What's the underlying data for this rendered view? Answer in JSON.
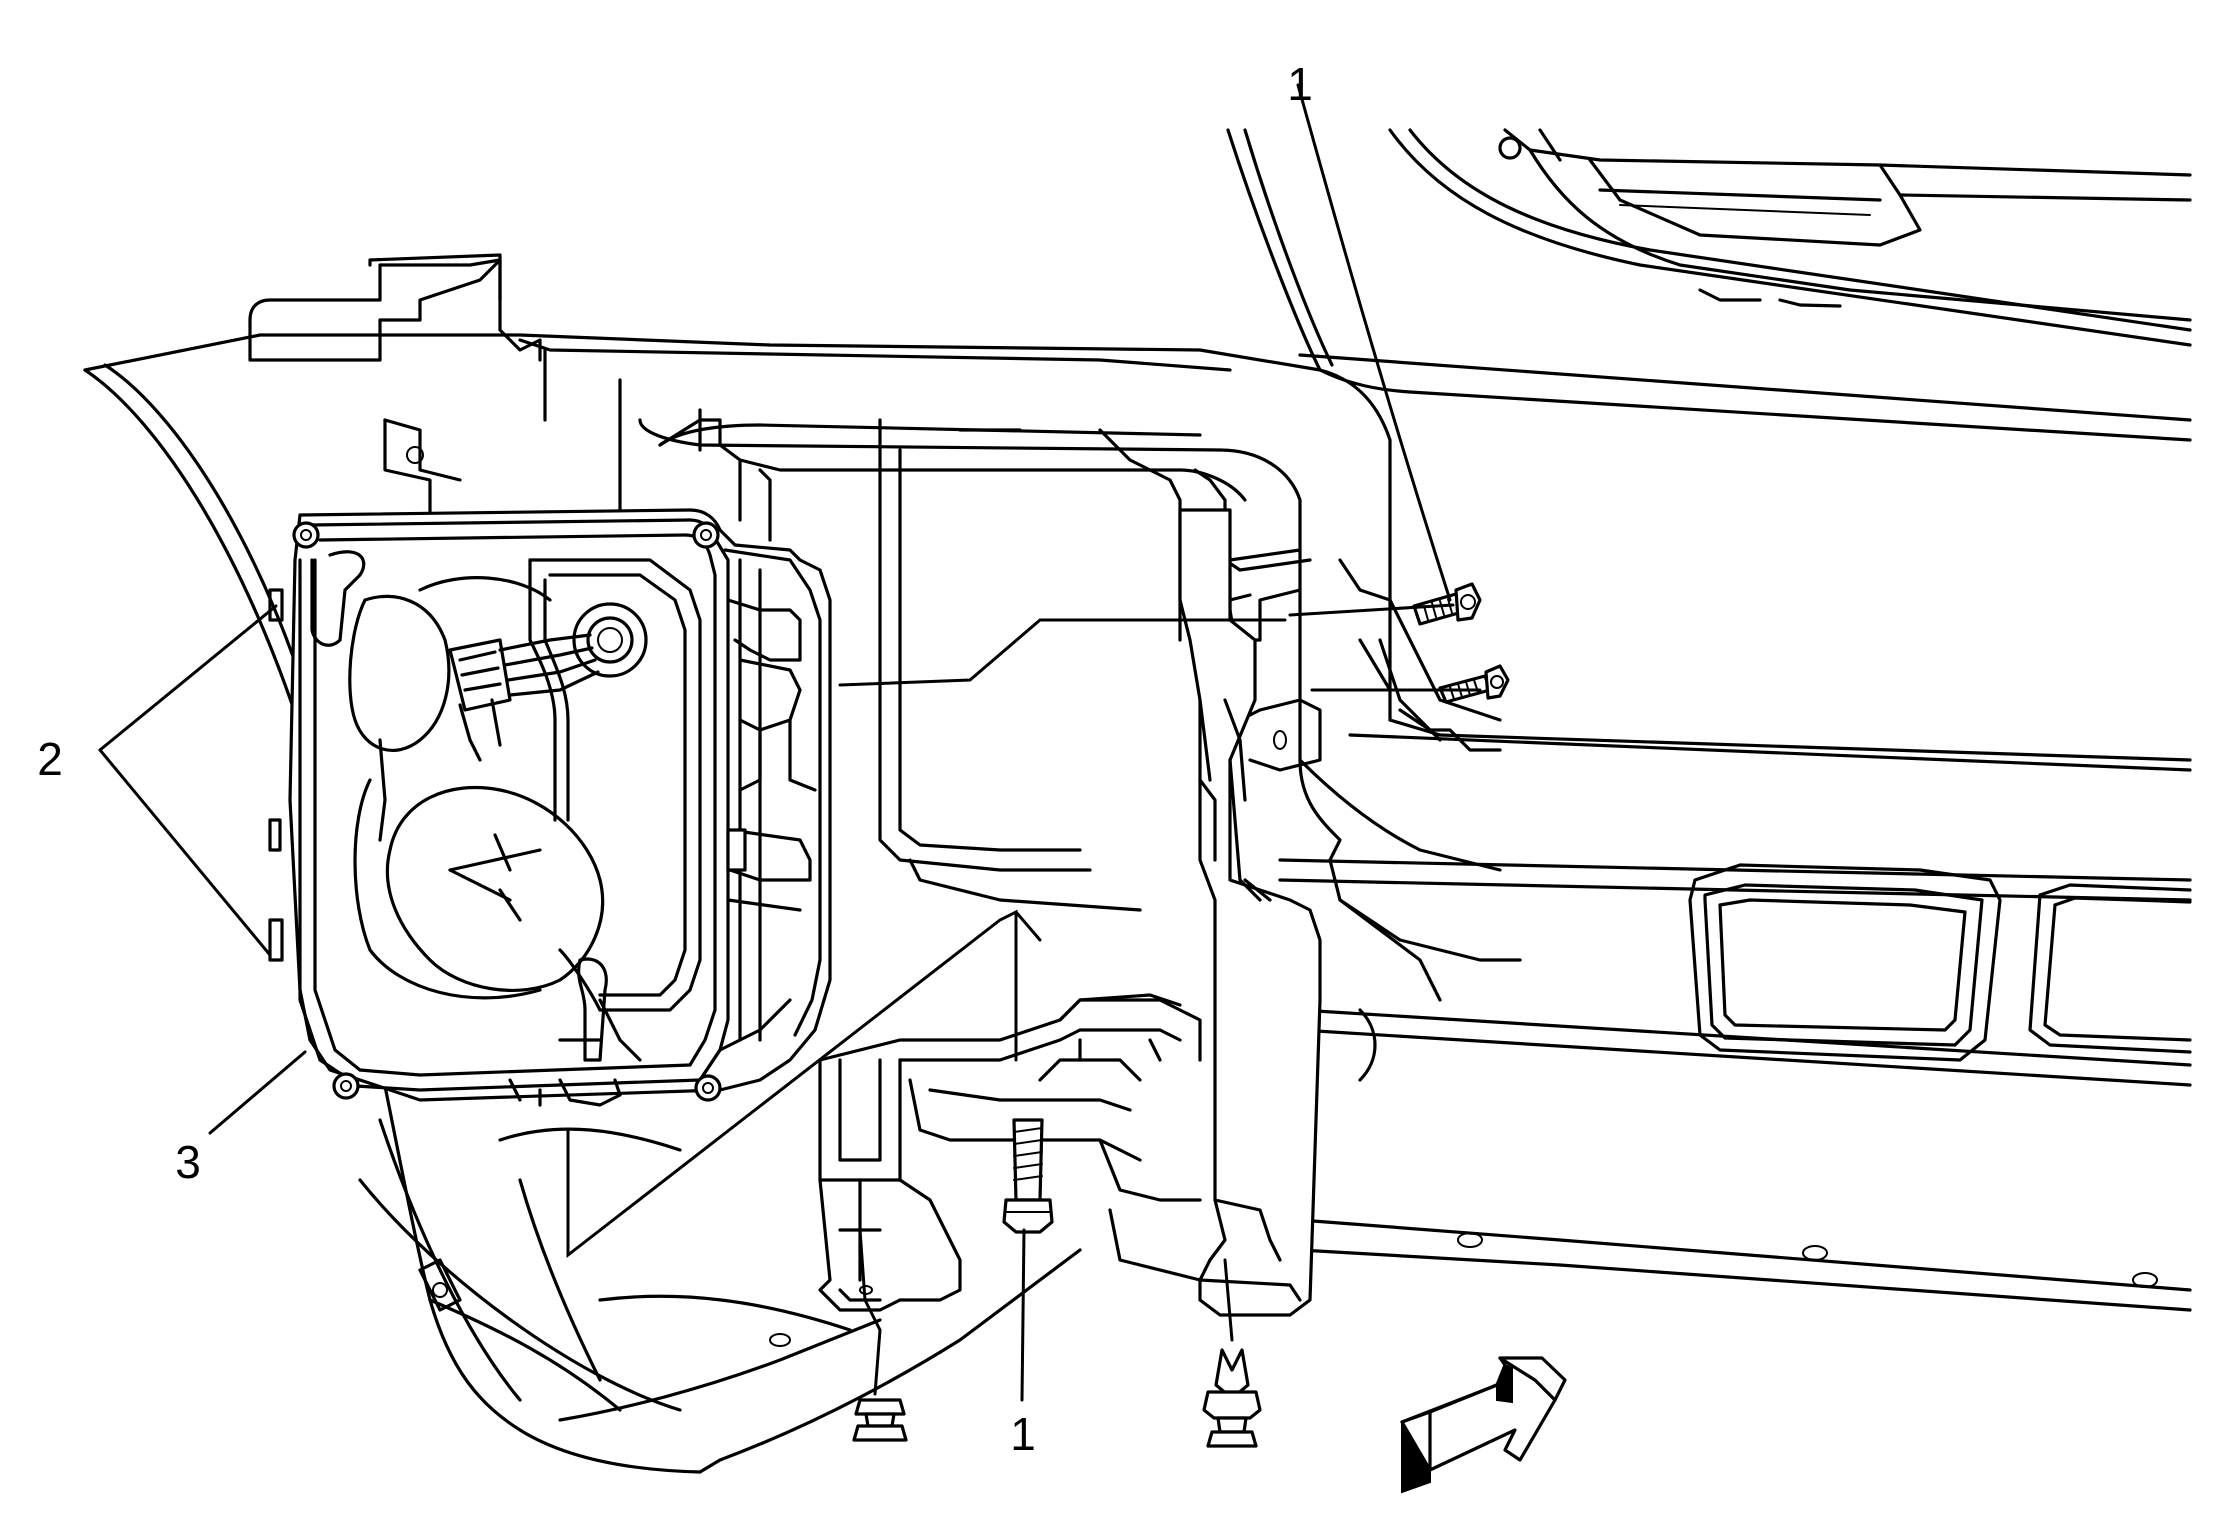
{
  "callouts": {
    "c1_top": "1",
    "c1_bottom": "1",
    "c2": "2",
    "c3": "3"
  },
  "icons": {
    "direction_arrow": "forward-arrow-icon"
  },
  "colors": {
    "line": "#000000",
    "background": "#ffffff"
  }
}
